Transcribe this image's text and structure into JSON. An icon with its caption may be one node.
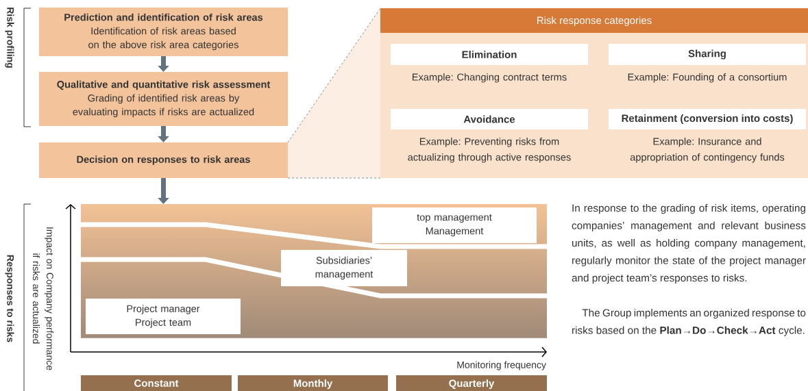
{
  "diagram": {
    "nodes": [
      {
        "text": [
          "Prediction and identification of risk areas",
          "Identification of risk areas based on the above risk area categories"
        ]
      },
      {
        "text": [
          "Qualitative and quantitative risk assessment",
          "Grading of identified risk areas by evaluating impacts if risks are actualized"
        ]
      },
      {
        "text": [
          "Decision on responses to risk areas"
        ]
      },
      {
        "text": [
          "Risk response categories"
        ]
      },
      {
        "text": [
          "Elimination"
        ],
        "in": 3,
        "beside": [
          "Example: Changing contract terms"
        ]
      },
      {
        "text": [
          "Sharing"
        ],
        "in": 3,
        "beside": [
          "Example: Founding of a consortium"
        ]
      },
      {
        "text": [
          "Avoidance"
        ],
        "in": 3,
        "beside": [
          "Example: Preventing risks from actualizing through active responses"
        ]
      },
      {
        "text": [
          "Retainment (conversion into costs)"
        ],
        "in": 3,
        "beside": [
          "Example: Insurance and appropriation of contingency funds"
        ]
      },
      {
        "text": [],
        "shape": "box"
      },
      {
        "text": [
          "top management",
          "Management"
        ],
        "in": 8
      },
      {
        "text": [
          "Subsidiaries’ management"
        ],
        "in": 8
      },
      {
        "text": [
          "Project manager",
          "Project team"
        ],
        "in": 8
      },
      {
        "text": [
          "Constant"
        ]
      },
      {
        "text": [
          "Monthly"
        ]
      },
      {
        "text": [
          "Quarterly"
        ]
      }
    ],
    "edges": [
      {
        "from": 0,
        "to": 1,
        "arrow": "to"
      },
      {
        "from": 1,
        "to": 2,
        "arrow": "to"
      },
      {
        "from": 2,
        "to": 8,
        "arrow": "to"
      },
      {
        "from": 2,
        "to": 3,
        "arrow": "none",
        "style": "dashed"
      },
      {
        "from": 2,
        "to": 3,
        "arrow": "none",
        "style": "dashed"
      }
    ],
    "labels": [
      "Risk profiling",
      "Responses to risks",
      "Impact on Company performance if risks are actualized",
      "Monitoring frequency",
      "In response to the grading of risk items, operating companies’ management and relevant business units, as well as holding company management, regularly monitor the state of the project manager and project team’s responses to risks.",
      "The Group implements an organized response to risks based on the **Plan→Do→Check→Act** cycle."
    ]
  }
}
